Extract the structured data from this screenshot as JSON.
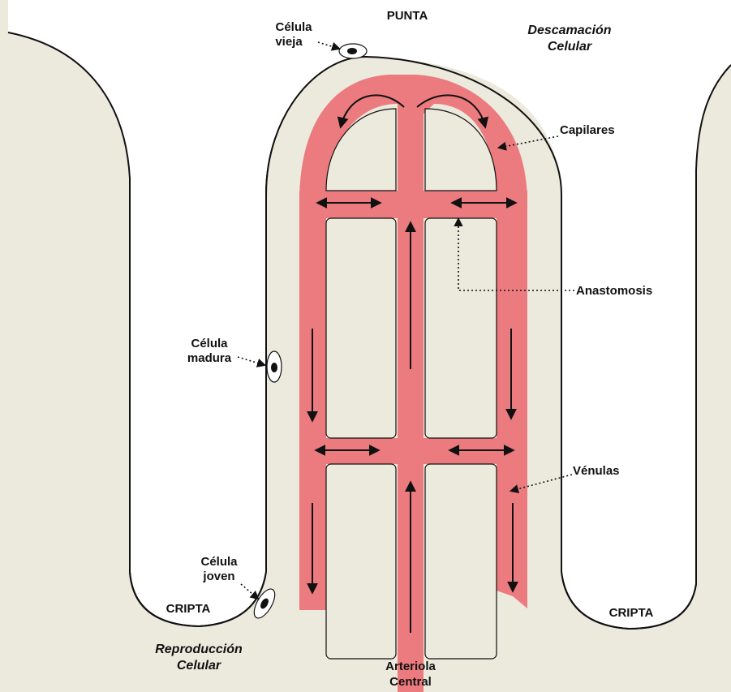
{
  "labels": {
    "punta": "PUNTA",
    "descamacion": [
      "Descamación",
      "Celular"
    ],
    "celula_vieja": [
      "Célula",
      "vieja"
    ],
    "capilares": "Capilares",
    "anastomosis": "Anastomosis",
    "celula_madura": [
      "Célula",
      "madura"
    ],
    "venulas": "Vénulas",
    "celula_joven": [
      "Célula",
      "joven"
    ],
    "cripta_left": "CRIPTA",
    "cripta_right": "CRIPTA",
    "reproduccion": [
      "Reproducción",
      "Celular"
    ],
    "arteriola": [
      "Arteriola",
      "Central"
    ]
  },
  "colors": {
    "tissue": "#ece9dd",
    "lumen": "#ffffff",
    "vessel": "#ec7b7f",
    "outline": "#111111",
    "cell_ring": "#ffffff"
  }
}
